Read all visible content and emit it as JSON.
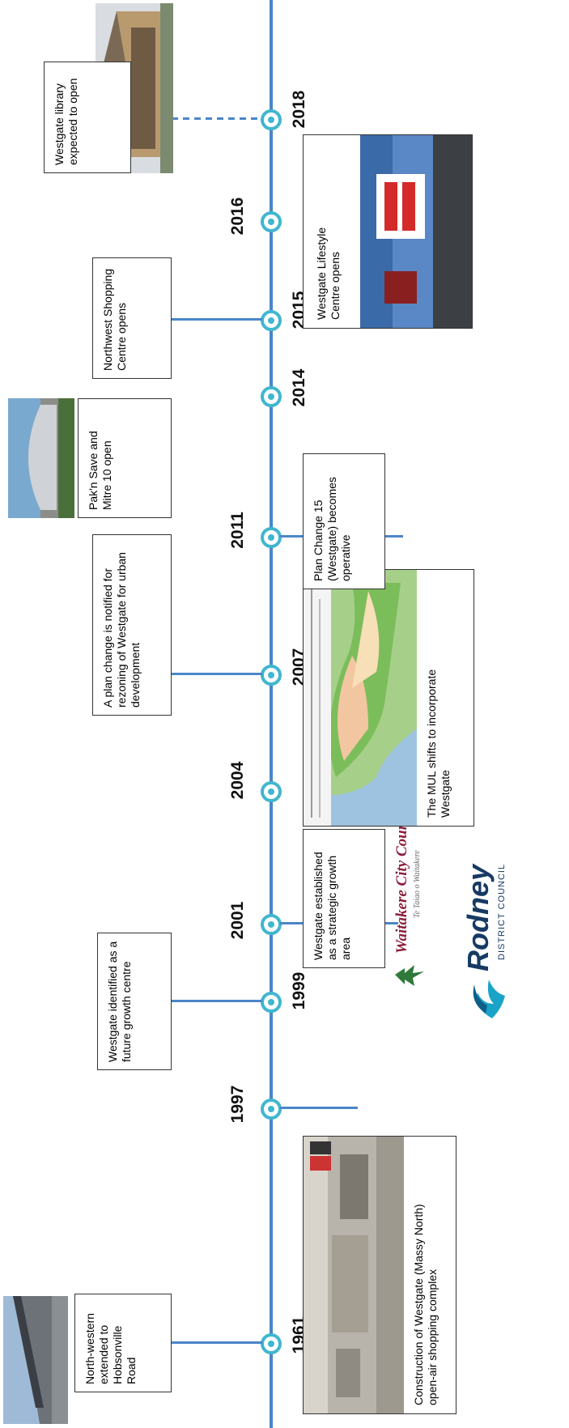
{
  "timeline": {
    "events": [
      {
        "year": "1961",
        "text": "North-western extended to Hobsonville Road"
      },
      {
        "year": "1997",
        "text": "Construction of Westgate (Massy North) open-air shopping complex"
      },
      {
        "year": "1999",
        "text": "Westgate identified as a future growth centre"
      },
      {
        "year": "2001",
        "text": "Westgate established as a strategic growth area"
      },
      {
        "year": "2004",
        "text": "The MUL shifts to incorporate Westgate"
      },
      {
        "year": "2007",
        "text": "A plan change is notified for rezoning of Westgate for urban development"
      },
      {
        "year": "2011",
        "text": "Plan Change 15 (Westgate) becomes operative"
      },
      {
        "year": "2014",
        "text": "Pak'n Save and Mitre 10 open"
      },
      {
        "year": "2015",
        "text": "Northwest Shopping Centre opens"
      },
      {
        "year": "2016",
        "text": "Westgate Lifestyle Centre opens"
      },
      {
        "year": "2018",
        "text": "Westgate library expected to open"
      }
    ]
  },
  "logos": {
    "waitakere_name": "Waitakere City Council",
    "waitakere_tagline": "Te Taiao o Waitakere",
    "rodney_name": "Rodney",
    "rodney_sub": "DISTRICT COUNCIL"
  },
  "colors": {
    "axis": "#4a86c8",
    "marker": "#41b6cf"
  }
}
